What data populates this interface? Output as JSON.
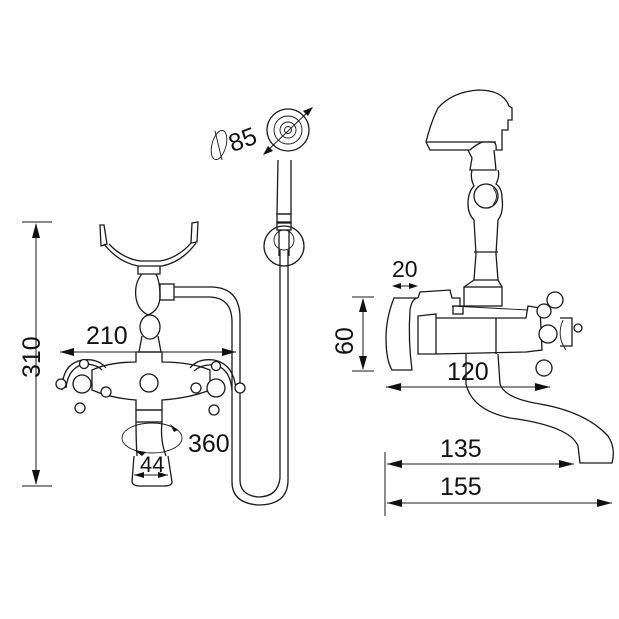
{
  "drawing": {
    "title": "Bath mixer with hand shower - technical dimension drawing",
    "line_color": "#1a1a1a",
    "background": "#ffffff",
    "views": [
      "front-view",
      "side-view"
    ]
  },
  "dimensions": {
    "total_height": "310",
    "handle_span": "210",
    "spout_rotation": "360",
    "spout_width": "44",
    "shower_head_diameter": "85",
    "wall_flange_depth": "20",
    "body_height": "60",
    "body_projection": "120",
    "spout_reach_inner": "135",
    "spout_reach_total": "155"
  }
}
